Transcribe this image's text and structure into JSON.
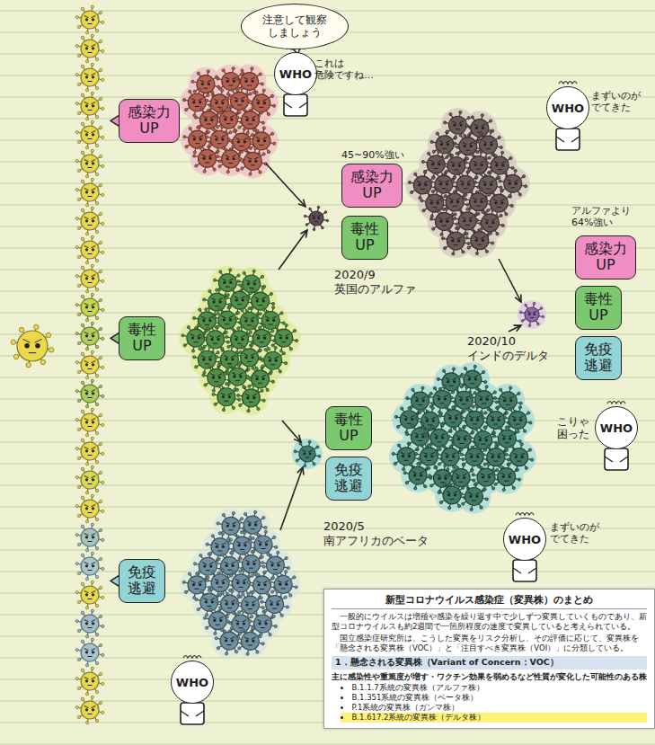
{
  "diagram": {
    "nodes": [
      {
        "text": [
          "注意して観察 しましょう"
        ]
      },
      {
        "text": [
          "WHO"
        ]
      },
      {
        "text": [
          "感染力 UP"
        ]
      },
      {
        "text": [
          "WHO"
        ]
      },
      {
        "text": [
          "感染力 UP"
        ]
      },
      {
        "text": [
          "毒性 UP"
        ]
      },
      {
        "text": [
          "感染力 UP"
        ]
      },
      {
        "text": [
          "毒性 UP"
        ]
      },
      {
        "text": [
          "免疫 逃避"
        ]
      },
      {
        "text": [
          "毒性 UP"
        ]
      },
      {
        "text": [
          "WHO"
        ]
      },
      {
        "text": [
          "毒性 UP"
        ]
      },
      {
        "text": [
          "免疫 逃避"
        ]
      },
      {
        "text": [
          "WHO"
        ]
      },
      {
        "text": [
          "免疫 逃避"
        ]
      },
      {
        "text": [
          "WHO"
        ]
      },
      {
        "text": [
          "新型コロナウイルス感染症（変異株）のまとめ",
          "一般的にウイルスは増殖や感染を繰り返す中で少しずつ変異していくものであり、新型コロナウイルスも約2週間で一箇所程度の速度で変異していると考えられている。",
          "国立感染症研究所は、こうした変異をリスク分析し、その評価に応じて、変異株を「懸念される変異株（VOC）」と「注目すべき変異株（VOI）」に分類している。",
          "1．懸念される変異株（Variant of Concern：VOC）",
          "主に感染性や重篤度が増す・ワクチン効果を弱めるなど性質が変化した可能性のある株",
          "B.1.1.7系統の変異株（アルファ株）",
          "B.1.351系統の変異株（ベータ株）",
          "P.1系統の変異株（ガンマ株）",
          "B.1.617.2系統の変異株（デルタ株）"
        ]
      }
    ],
    "labels": [
      "これは 危険ですね…",
      "まずいのが でてきた",
      "45~90%強い",
      "2020/9 英国のアルファ",
      "アルファより 64%強い",
      "2020/10 インドのデルタ",
      "こりゃ 困った",
      "2020/5 南アフリカのベータ",
      "まずいのが でてきた"
    ]
  }
}
